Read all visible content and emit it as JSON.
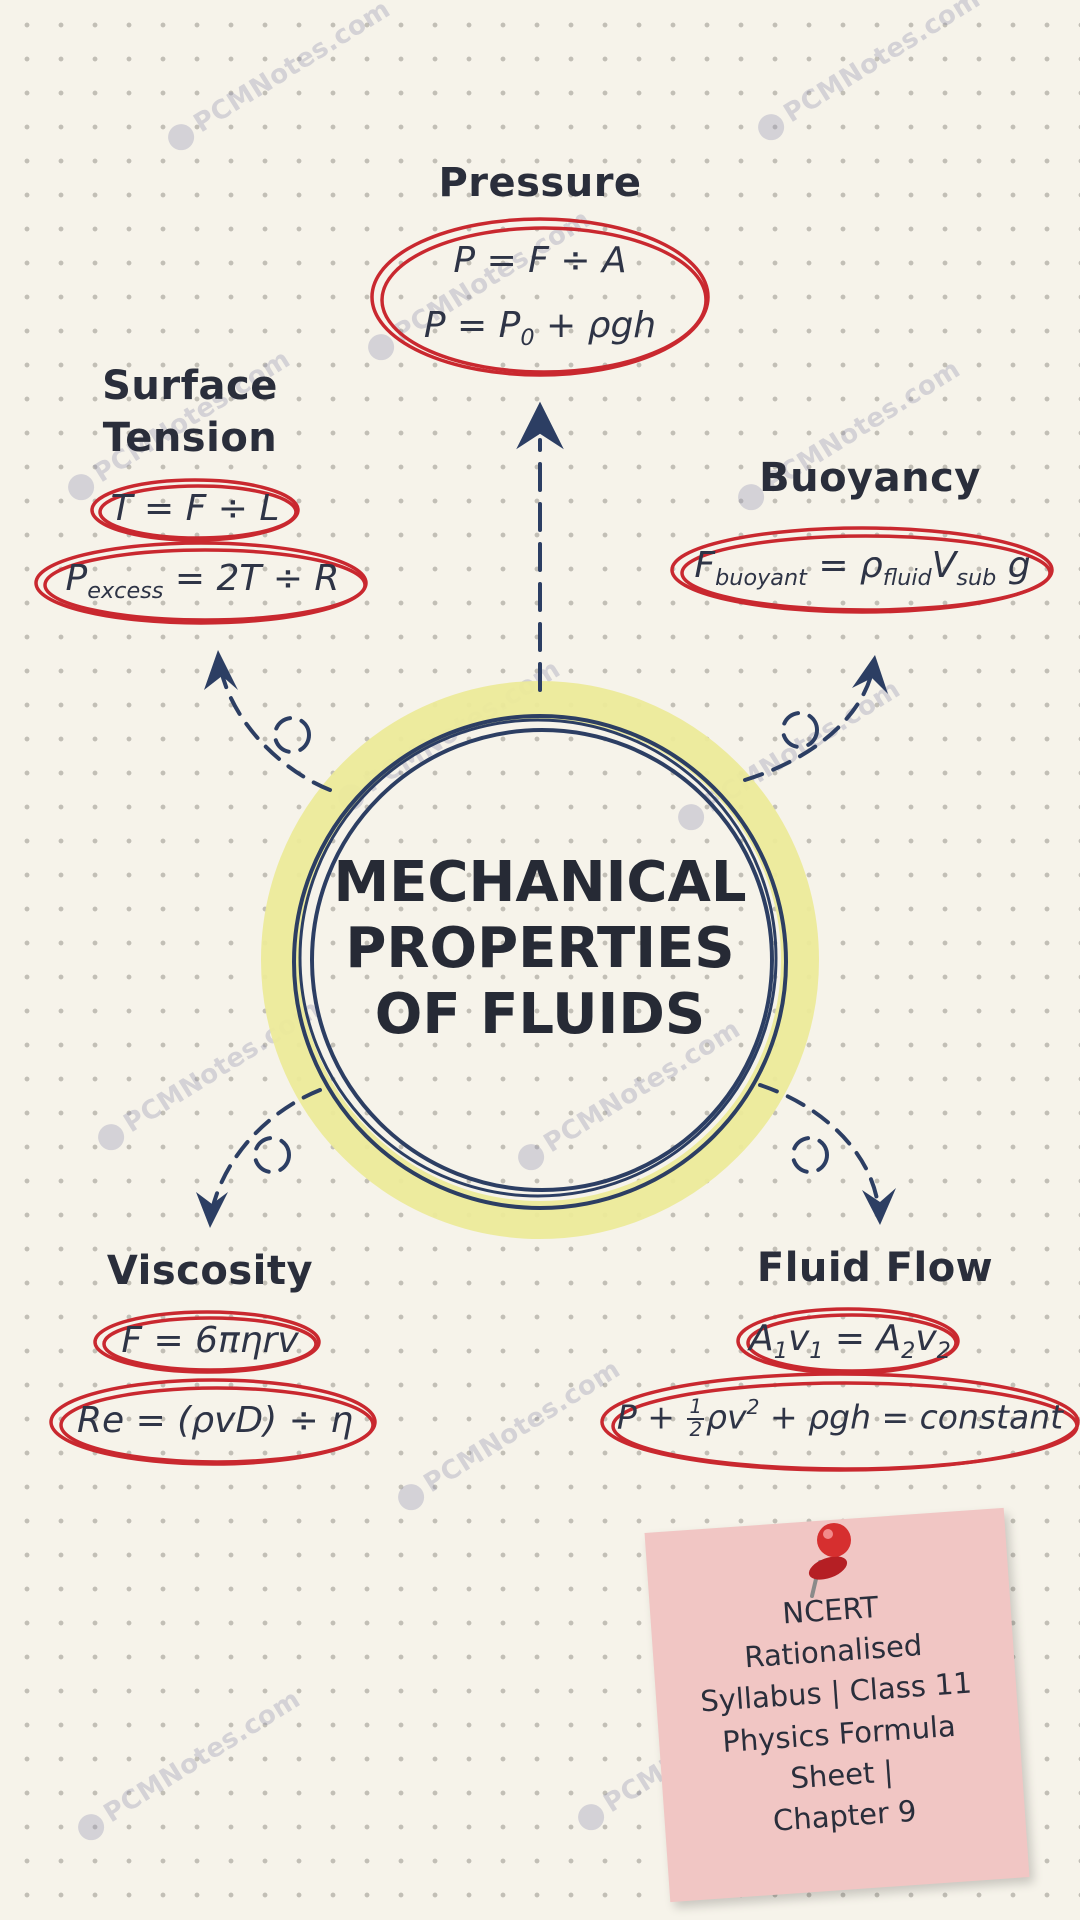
{
  "center": {
    "title_lines": [
      "MECHANICAL",
      "PROPERTIES",
      "OF FLUIDS"
    ]
  },
  "topics": {
    "pressure": {
      "heading": "Pressure",
      "f1": "P = F ÷ A",
      "f2_a": "P = P",
      "f2_sub": "0",
      "f2_b": " + ρgh"
    },
    "surface_tension": {
      "heading_lines": [
        "Surface",
        "Tension"
      ],
      "f1": "T = F ÷ L",
      "f2_a": "P",
      "f2_sub": "excess",
      "f2_b": " = 2T ÷ R"
    },
    "buoyancy": {
      "heading": "Buoyancy",
      "f1_a": "F",
      "f1_sub1": "buoyant",
      "f1_b": " = ρ",
      "f1_sub2": "fluid",
      "f1_c": "V",
      "f1_sub3": "sub",
      "f1_d": " g"
    },
    "viscosity": {
      "heading": "Viscosity",
      "f1": "F = 6πηrv",
      "f2": "Re = (ρvD) ÷ η"
    },
    "fluid_flow": {
      "heading": "Fluid Flow",
      "f1_a": "A",
      "f1_sub1": "1",
      "f1_b": "v",
      "f1_sub2": "1",
      "f1_c": " = A",
      "f1_sub3": "2",
      "f1_d": "v",
      "f1_sub4": "2",
      "f2_a": "P + ",
      "f2_num": "1",
      "f2_den": "2",
      "f2_b": "ρv",
      "f2_sup": "2",
      "f2_c": " + ρgh = constant"
    }
  },
  "sticky_note": {
    "lines": [
      "NCERT Rationalised",
      "Syllabus | Class 11",
      "Physics Formula",
      "Sheet |",
      "Chapter 9"
    ]
  },
  "watermark": {
    "text": "PCMNotes.com"
  },
  "colors": {
    "ink": "#2a2e3b",
    "ring_red": "#c9282f",
    "ring_navy": "#2c3e63",
    "highlight_yellow": "#ecea9a",
    "note_pink": "#f1c6c4",
    "pin_red": "#d62f2f"
  }
}
